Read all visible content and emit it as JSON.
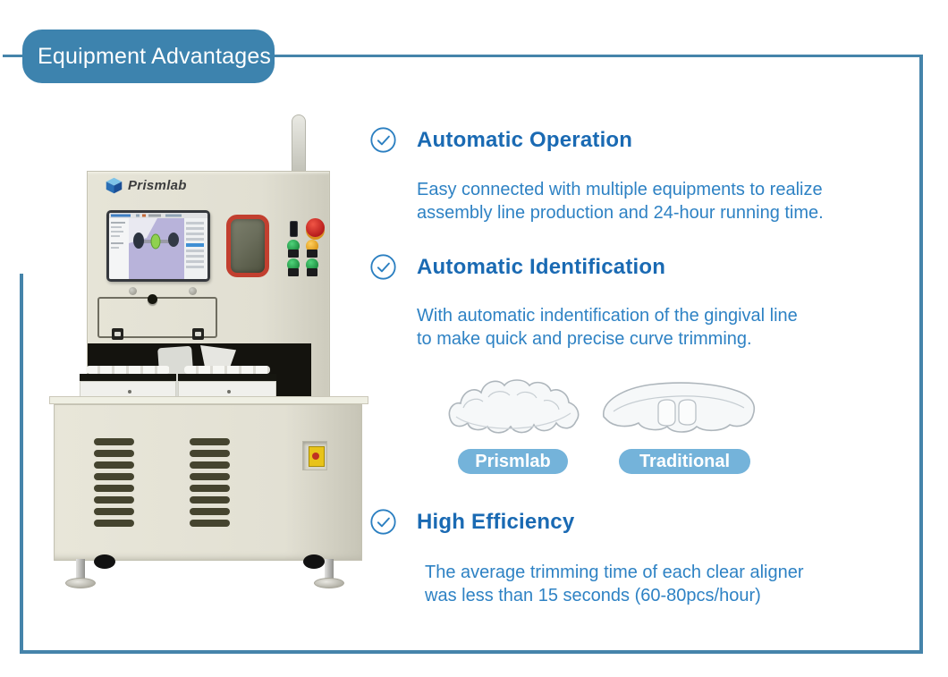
{
  "page": {
    "badge_label": "Equipment Advantages",
    "accent_color": "#3d83ae",
    "border_color": "#4584aa",
    "heading_color": "#1a6ab3",
    "body_text_color": "#2e82c4",
    "pill_color": "#74b3da"
  },
  "machine": {
    "brand": "Prismlab",
    "body_color": "#e1dfd2"
  },
  "features": [
    {
      "title": "Automatic Operation",
      "line1": "Easy connected with multiple equipments to realize",
      "line2": "assembly line production and  24-hour running time."
    },
    {
      "title": "Automatic Identification",
      "line1": "With automatic indentification of the gingival line",
      "line2": "to make quick and precise curve trimming."
    },
    {
      "title": "High Efficiency",
      "line1": "The average trimming time of each clear aligner",
      "line2": "was less than 15 seconds (60-80pcs/hour)"
    }
  ],
  "comparison": {
    "left_label": "Prismlab",
    "right_label": "Traditional"
  }
}
